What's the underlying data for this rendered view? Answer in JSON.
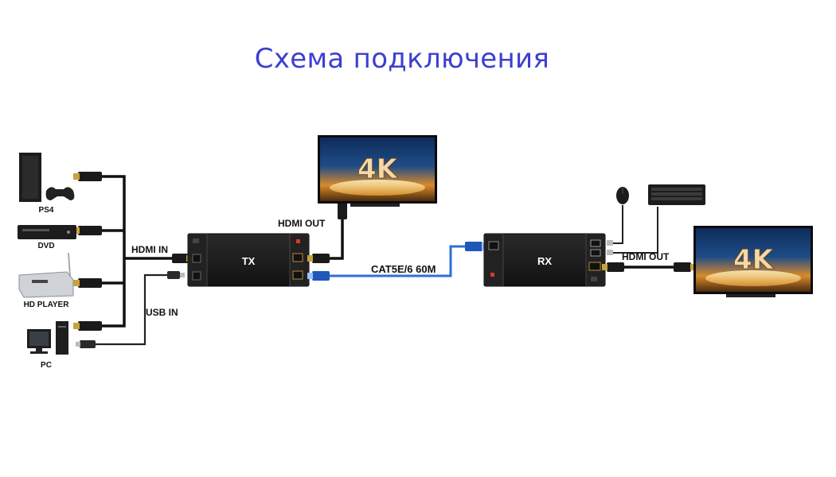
{
  "title": "Схема подключения",
  "sources": [
    {
      "name": "PS4"
    },
    {
      "name": "DVD"
    },
    {
      "name": "HD PLAYER"
    },
    {
      "name": "PC"
    }
  ],
  "transmitter": {
    "label": "TX"
  },
  "receiver": {
    "label": "RX"
  },
  "labels": {
    "hdmi_in": "HDMI IN",
    "usb_in": "USB IN",
    "tx_hdmi_out": "HDMI OUT",
    "cable": "CAT5E/6 60M",
    "rx_hdmi_out": "HDMI OUT"
  },
  "displays": [
    {
      "badge": "4K"
    },
    {
      "badge": "4K"
    }
  ],
  "peripherals": [
    {
      "icon": "mouse-icon"
    },
    {
      "icon": "keyboard-icon"
    }
  ],
  "colors": {
    "title": "#3c3fd0",
    "cable_hdmi": "#111111",
    "cable_cat": "#2f6fd6",
    "box": "#1b1b1b"
  }
}
